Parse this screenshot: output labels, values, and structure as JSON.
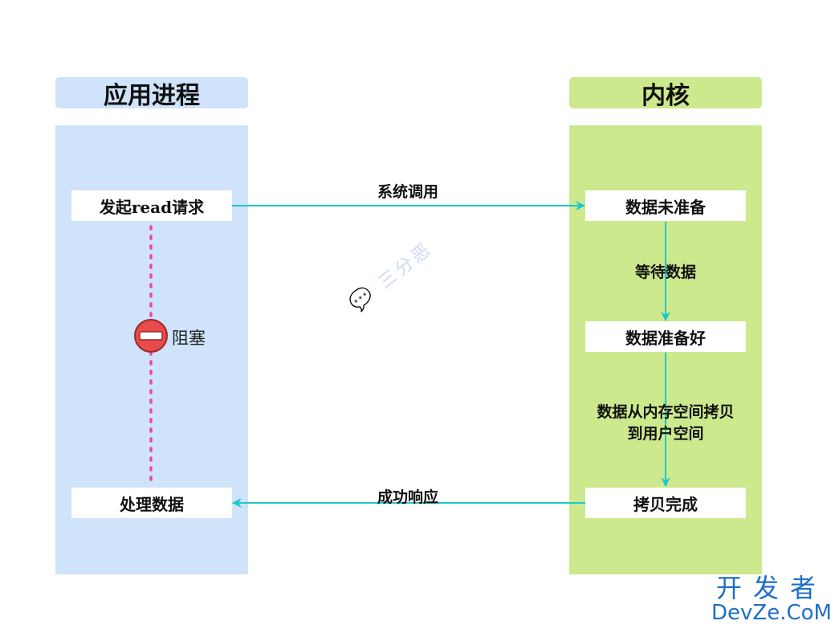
{
  "colors": {
    "app_bg": "#cfe3fb",
    "kernel_bg": "#cde98e",
    "arrow": "#1cc7c9",
    "dotted": "#f0449e",
    "block_red": "#e94b4b"
  },
  "headers": {
    "app": "应用进程",
    "kernel": "内核"
  },
  "app_boxes": {
    "read_request": "发起read请求",
    "process_data": "处理数据"
  },
  "kernel_boxes": {
    "not_ready": "数据未准备",
    "ready": "数据准备好",
    "copy_done": "拷贝完成"
  },
  "labels": {
    "syscall": "系统调用",
    "wait": "等待数据",
    "copy_line1": "数据从内存空间拷贝",
    "copy_line2": "到用户空间",
    "success": "成功响应",
    "blocked": "阻塞"
  },
  "watermark": {
    "text": "三分恶",
    "icon": "wechat-icon"
  },
  "logo": {
    "top": "开发者",
    "bottom": "DevZe.CoM"
  }
}
